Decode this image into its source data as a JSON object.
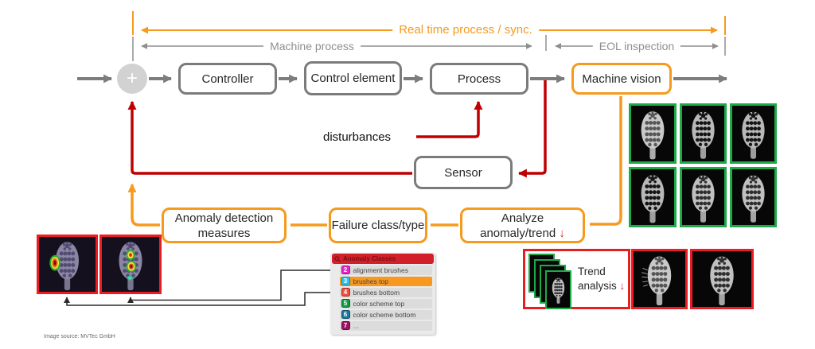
{
  "brackets": {
    "realtime": "Real time process / sync.",
    "machine_process": "Machine process",
    "eol": "EOL inspection"
  },
  "flow": {
    "sum": "+",
    "controller": "Controller",
    "control_element": "Control element",
    "process": "Process",
    "machine_vision": "Machine vision",
    "sensor": "Sensor",
    "disturbances": "disturbances"
  },
  "analytics": {
    "anomaly_detection": "Anomaly detection measures",
    "failure_class": "Failure class/type",
    "analyze": "Analyze anomaly/trend",
    "analyze_arrow": "↓"
  },
  "trend": {
    "label": "Trend analysis",
    "arrow": "↓"
  },
  "legend": {
    "title": "Anomaly Classes",
    "rows": [
      {
        "num": "2",
        "label": "alignment brushes",
        "color": "#e626c8",
        "row_bg": "#dcdcdc"
      },
      {
        "num": "3",
        "label": "brushes top",
        "color": "#2bc4f2",
        "row_bg": "#f79821"
      },
      {
        "num": "4",
        "label": "brushes bottom",
        "color": "#f0503c",
        "row_bg": "#dcdcdc"
      },
      {
        "num": "5",
        "label": "color scheme top",
        "color": "#119c44",
        "row_bg": "#dcdcdc"
      },
      {
        "num": "6",
        "label": "color scheme bottom",
        "color": "#1878a0",
        "row_bg": "#dcdcdc"
      },
      {
        "num": "7",
        "label": "...",
        "color": "#9a1560",
        "row_bg": "#dcdcdc"
      }
    ]
  },
  "caption": "Image source: MVTec GmbH",
  "colors": {
    "orange": "#f69a1d",
    "red_line": "#c00000",
    "gray_line": "#7d7d7d",
    "image_border_red": "#ed1c24",
    "image_border_green": "#1faa4a"
  }
}
